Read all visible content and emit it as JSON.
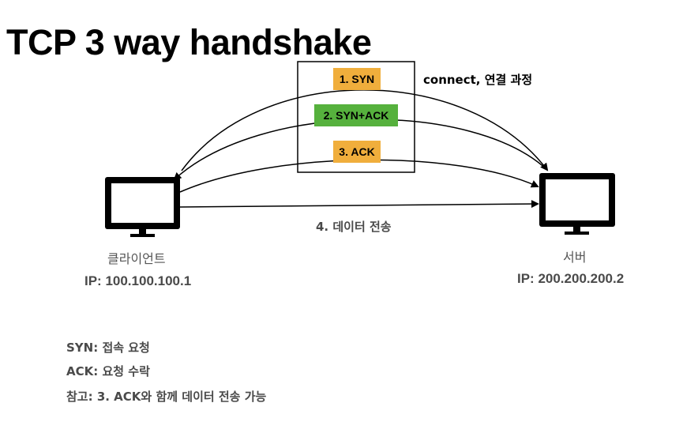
{
  "title": "TCP 3 way handshake",
  "steps": {
    "syn": "1. SYN",
    "synack": "2. SYN+ACK",
    "ack": "3. ACK"
  },
  "connect_note": "connect, 연결 과정",
  "data_transfer": "4. 데이터 전송",
  "client": {
    "label": "클라이언트",
    "ip": "IP: 100.100.100.1"
  },
  "server": {
    "label": "서버",
    "ip": "IP: 200.200.200.2"
  },
  "legend": [
    "SYN: 접속 요청",
    "ACK: 요청 수락",
    "참고: 3. ACK와 함께 데이터 전송 가능"
  ],
  "colors": {
    "step_orange": "#f0ae3c",
    "step_green": "#56b13d",
    "text_gray": "#4a4a4a"
  },
  "icons": {
    "client": "monitor-icon",
    "server": "monitor-icon"
  }
}
